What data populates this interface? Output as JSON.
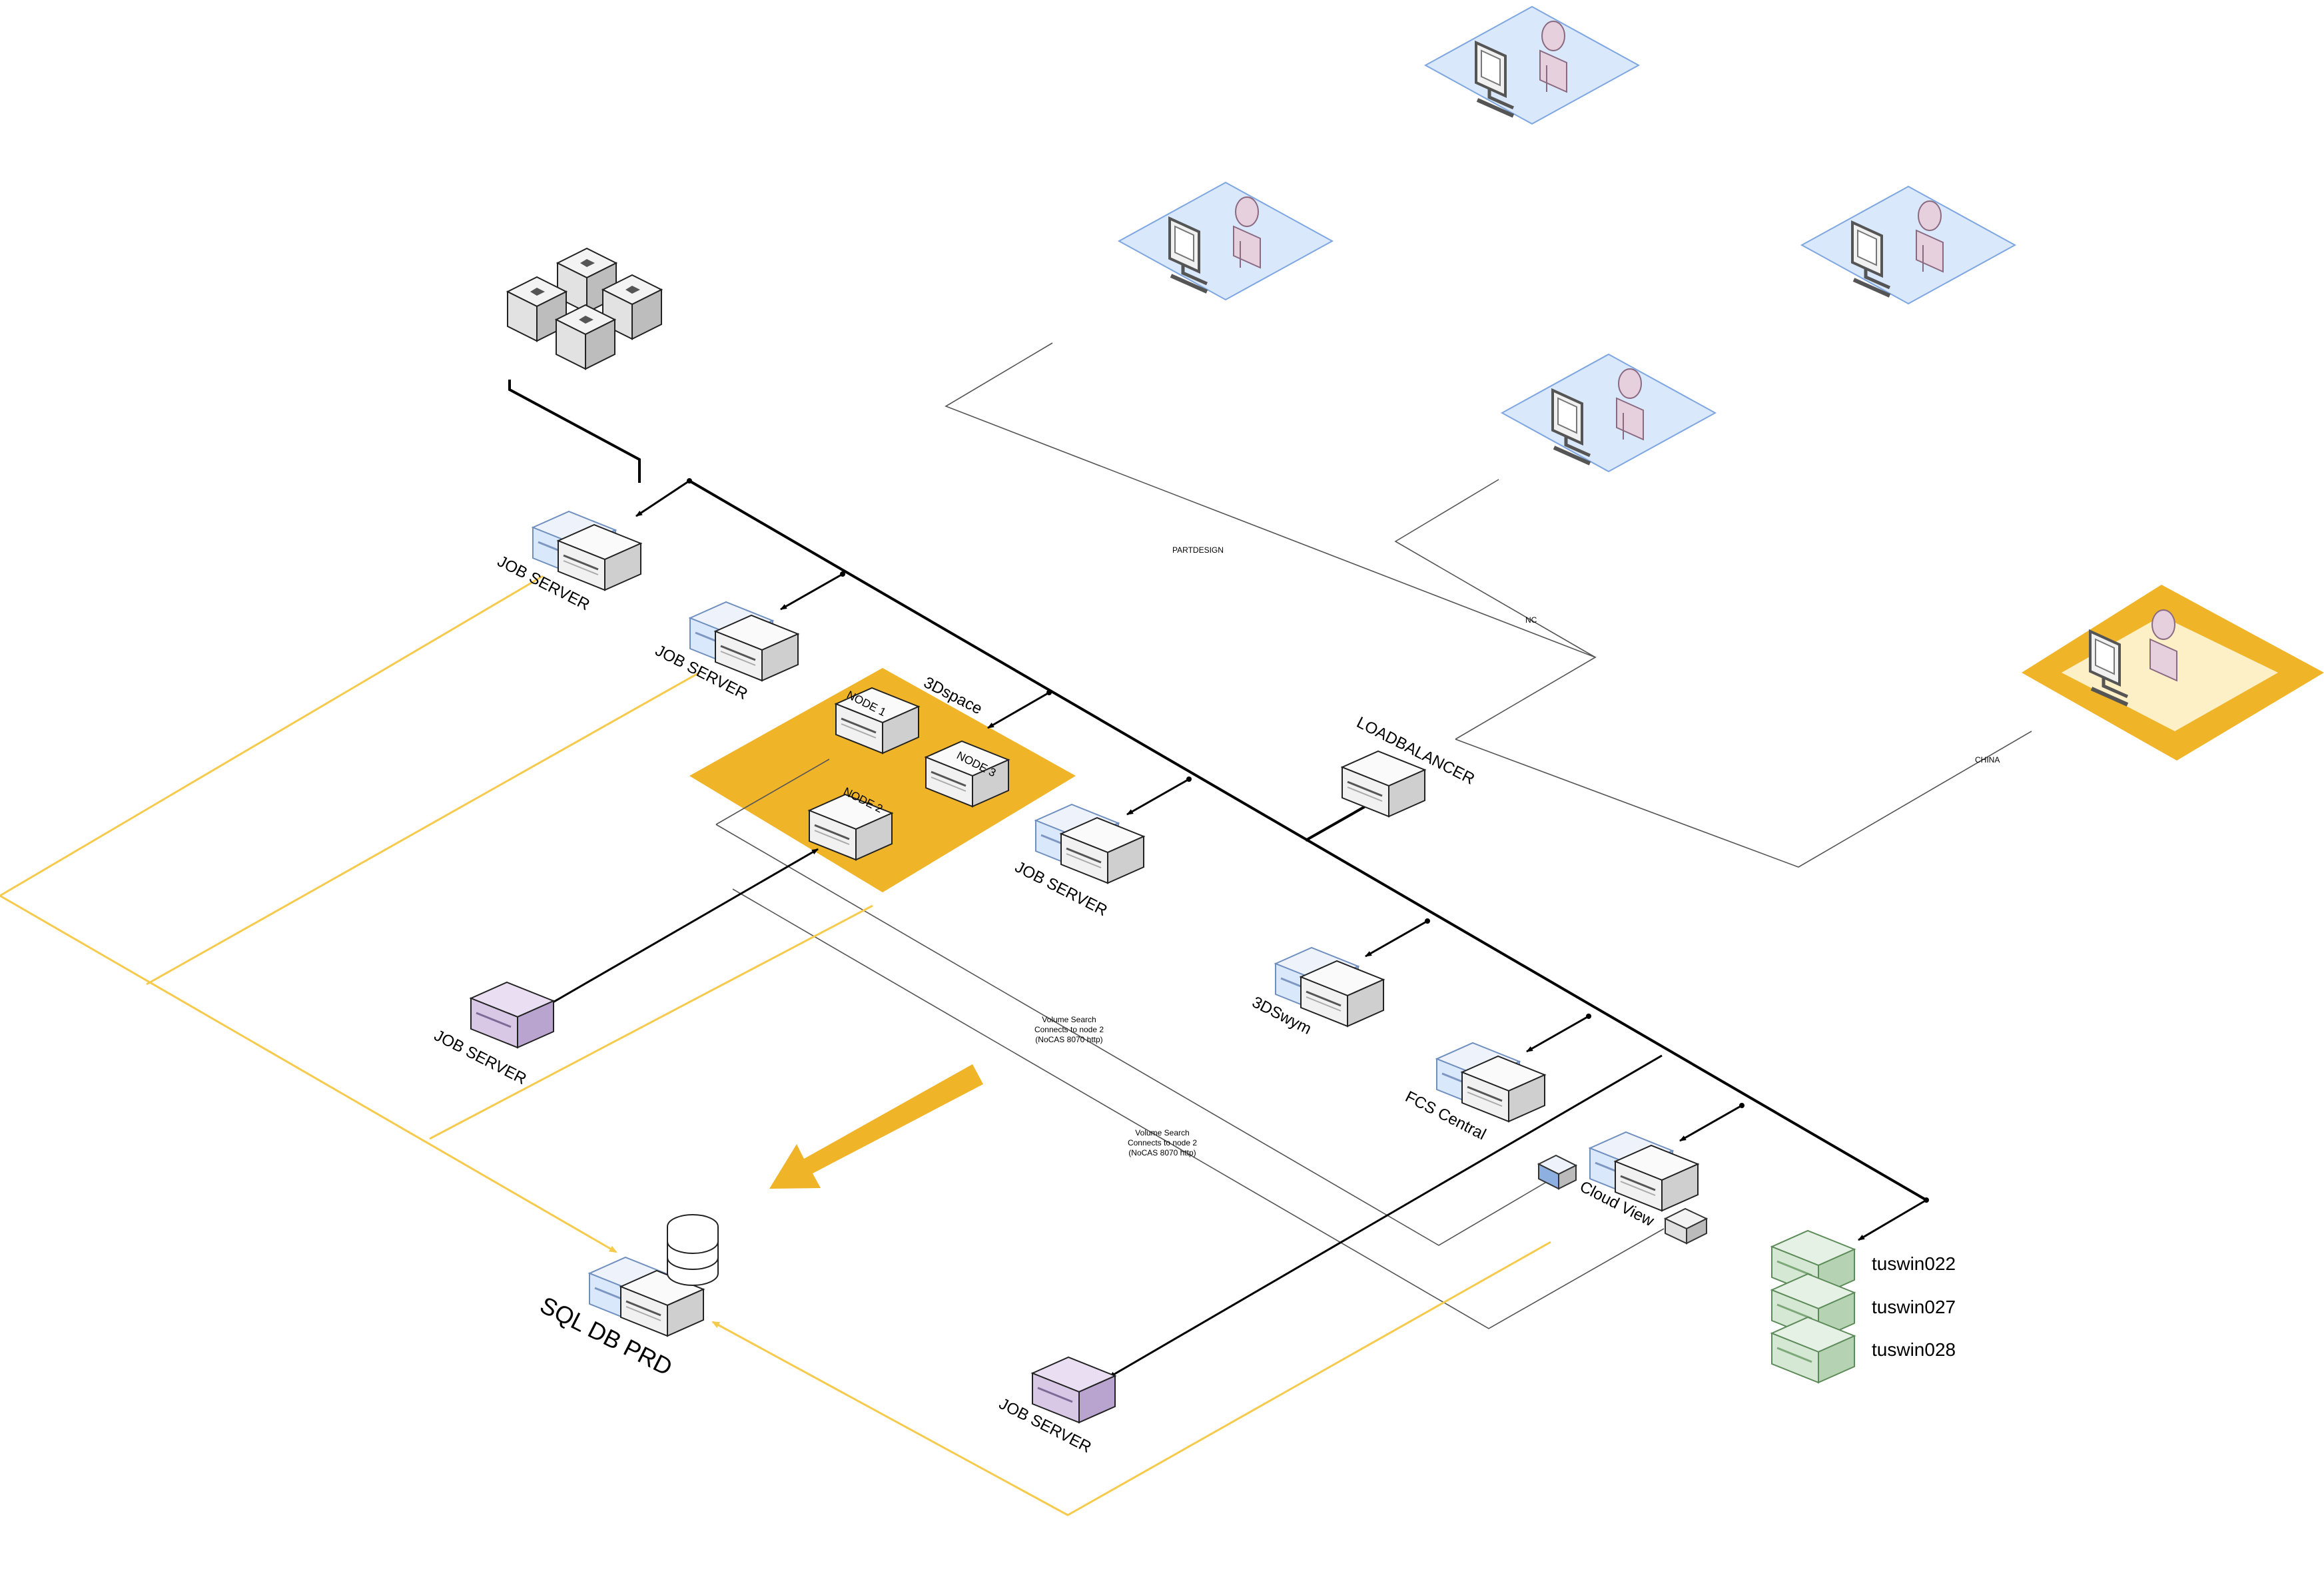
{
  "diagram": {
    "labels": {
      "job_server": "JOB SERVER",
      "space": "3Dspace",
      "node1": "NODE 1",
      "node2": "NODE 2",
      "node3": "NODE 3",
      "loadbalancer": "LOADBALANCER",
      "swym": "3DSwym",
      "fcs": "FCS Central",
      "cloudview": "Cloud View",
      "sqldb": "SQL DB PRD",
      "host1": "tuswin022",
      "host2": "tuswin027",
      "host3": "tuswin028",
      "link_partdesign": "PARTDESIGN",
      "link_nc": "NC",
      "link_china": "CHINA",
      "vs_line1": "Volume Search",
      "vs_line2": "Connects to node 2",
      "vs_line3": "(NoCAS 8070 http)"
    },
    "colors": {
      "accent_orange": "#F0B429",
      "site_blue": "#DAE8FC",
      "purple_server": "#D8C8E6",
      "green_server": "#D5E8D4",
      "yellow_line": "#F6CB4D"
    }
  }
}
